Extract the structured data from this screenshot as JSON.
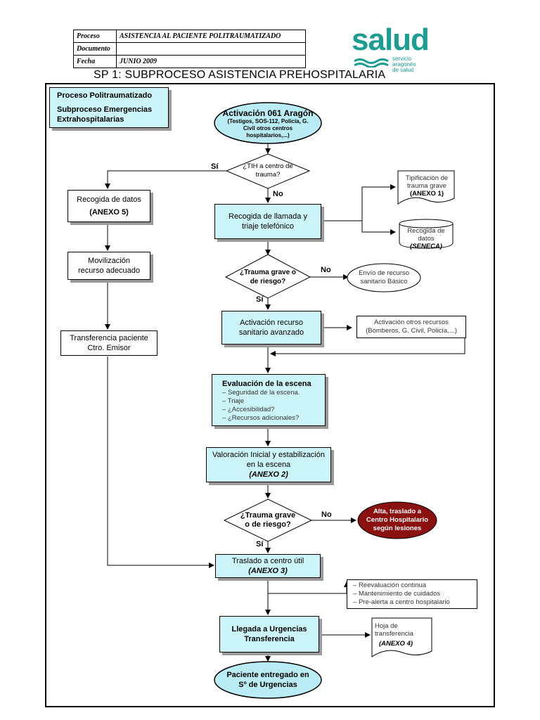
{
  "header": {
    "rows": [
      {
        "key": "Proceso",
        "value": "ASISTENCIA AL PACIENTE POLITRAUMATIZADO"
      },
      {
        "key": "Documento",
        "value": ""
      },
      {
        "key": "Fecha",
        "value": "JUNIO 2009"
      }
    ]
  },
  "logo": {
    "word": "salud",
    "sub1": "servicio aragonés",
    "sub2": "de salud"
  },
  "title": "SP 1: SUBPROCESO ASISTENCIA PREHOSPITALARIA",
  "legend": {
    "line1": "Proceso Politraumatizado",
    "line2": "Subproceso Emergencias",
    "line3": "Extrahospitalarias"
  },
  "nodes": {
    "start_title": "Activación 061 Aragón",
    "start_sub": "(Testigos, SOS-112, Policía, G. Civil otros centros hospitalarios,...)",
    "d1": "¿TIH a centro de trauma?",
    "d1_yes": "Sí",
    "d1_no": "No",
    "left1_title": "Recogida de datos",
    "left1_sub": "(ANEXO 5)",
    "left2": "Movilización recurso adecuado",
    "left3": "Transferencia paciente Ctro. Emisor",
    "call": "Recogida de llamada y triaje telefónico",
    "tip_line": "Tipificación de trauma grave",
    "tip_anexo": "(ANEXO 1)",
    "db_line": "Recogida de datos",
    "db_sub": "(SENECA)",
    "d2": "¿Trauma grave o de riesgo?",
    "d2_no": "No",
    "d2_yes": "Sí",
    "basic": "Envío de recurso sanitario Básico",
    "advanced": "Activación recurso sanitario avanzado",
    "other": "Activación otros recursos (Bomberos, G. Civil, Policía,...)",
    "eval_title": "Evaluación de la escena",
    "eval_items": [
      "Seguridad de la escena.",
      "Triaje",
      "¿Accesibilidad?",
      "¿Recursos adicionales?"
    ],
    "val_line": "Valoración Inicial y estabilización en la escena",
    "val_anexo": "(ANEXO 2)",
    "d3": "¿Trauma grave o de riesgo?",
    "d3_no": "No",
    "d3_yes": "Sí",
    "alta": "Alta, traslado a Centro Hospitalario según lesiones",
    "traslado_line": "Traslado a centro útil",
    "traslado_anexo": "(ANEXO 3)",
    "re_items": [
      "Reevaluación continua",
      "Mantenimiento de cuidados",
      "Pre-alerta a centro hospitalario"
    ],
    "llegada": "Llegada a Urgencias Transferencia",
    "hoja_line": "Hoja de transferencia",
    "hoja_anexo": "(ANEXO 4)",
    "end": "Paciente entregado en Sº de Urgencias"
  },
  "colors": {
    "cyan_fill": "#ccf5fa",
    "ellipse_fill": "#b9ecf4",
    "dark_red": "#8b1111",
    "logo_teal": "#1a9e93",
    "shadow": "#9a9a9a"
  }
}
